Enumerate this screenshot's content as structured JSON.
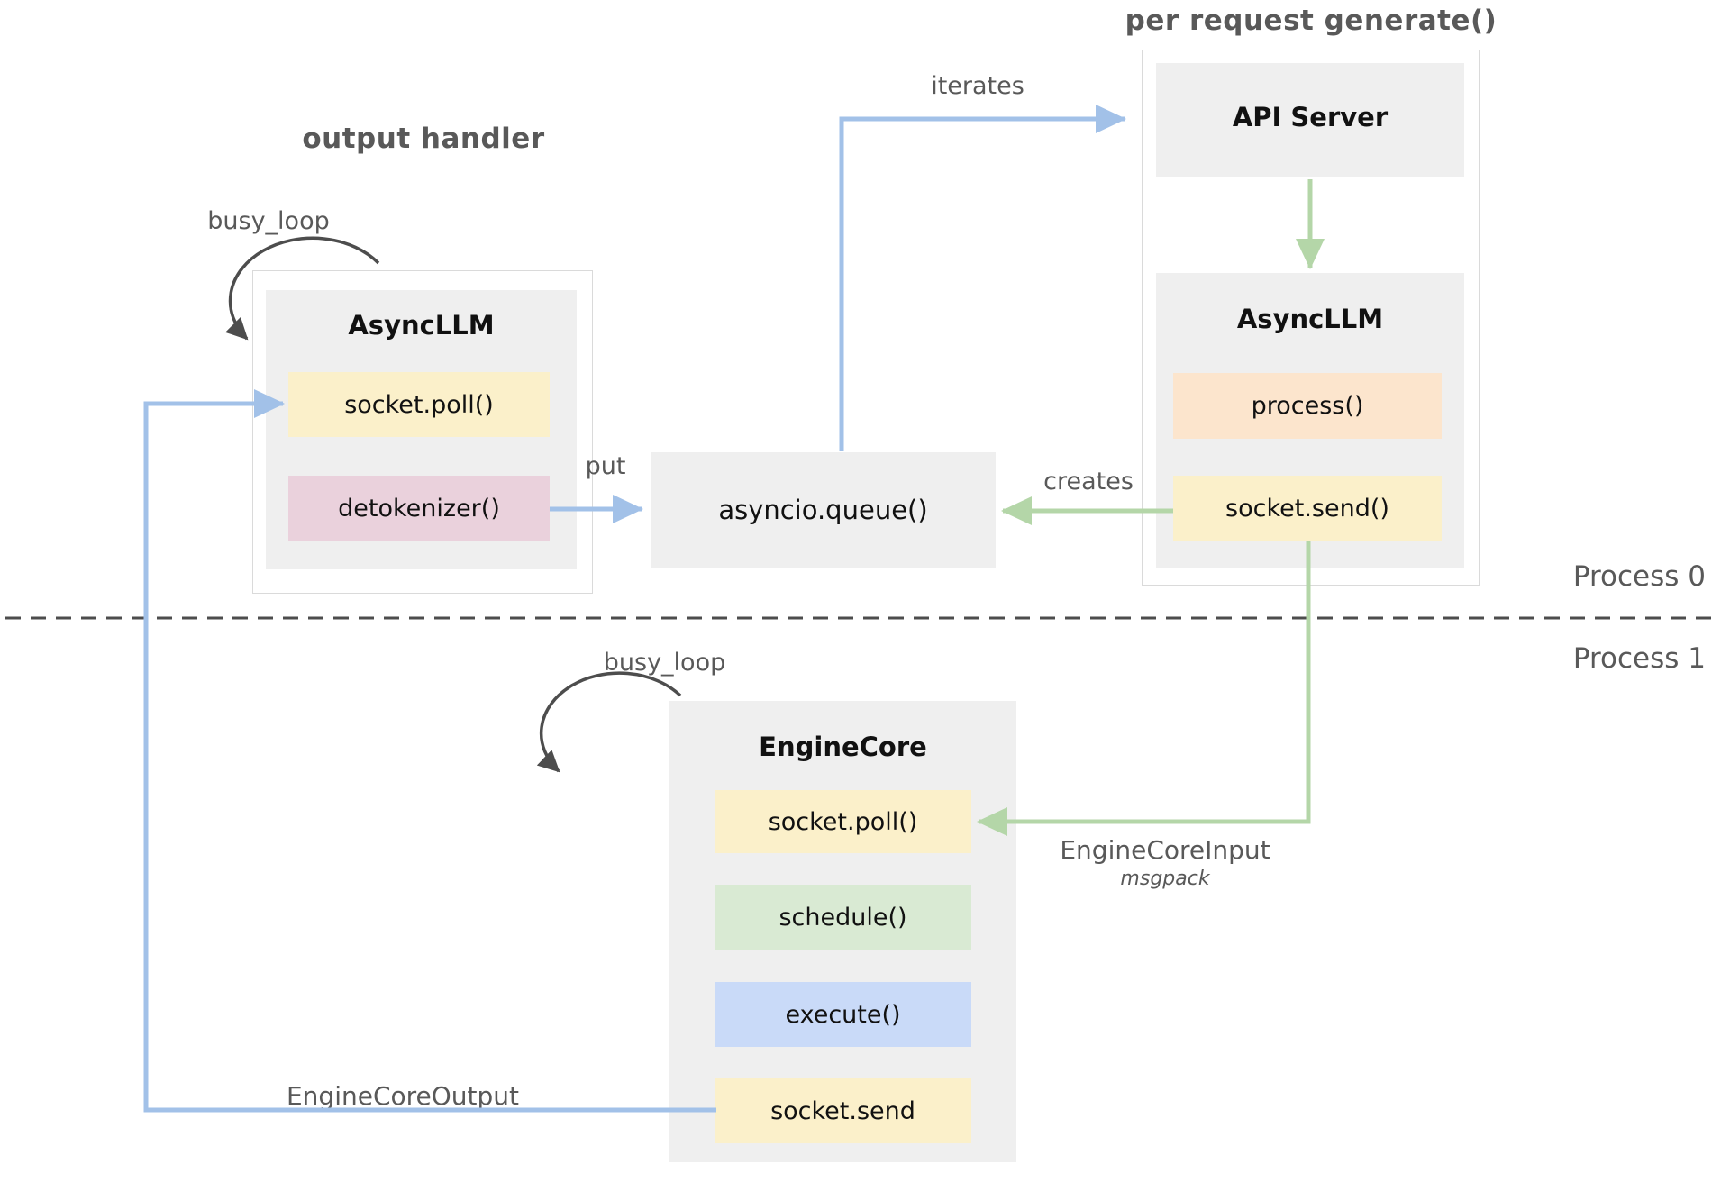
{
  "palette": {
    "box_gray": "#efefef",
    "container_border": "#dadada",
    "method_yellow": "#fbf0ca",
    "method_pink": "#ead1dc",
    "method_peach": "#fce5cd",
    "method_green": "#d9ead3",
    "method_blue": "#c9daf8",
    "arrow_blue": "#a2c1e8",
    "arrow_green": "#b4d6a8",
    "arrow_dark": "#4d4d4d",
    "label_gray": "#595959",
    "text_black": "#111111"
  },
  "labels": {
    "output_handler_title": "output handler",
    "per_request_title": "per request generate()",
    "busy_loop_left": "busy_loop",
    "busy_loop_engine": "busy_loop",
    "iterates": "iterates",
    "put": "put",
    "creates": "creates",
    "engine_core_input": "EngineCoreInput",
    "engine_core_input_sub": "msgpack",
    "engine_core_output": "EngineCoreOutput",
    "process_0": "Process 0",
    "process_1": "Process 1"
  },
  "boxes": {
    "async_llm_left": {
      "title": "AsyncLLM",
      "methods": [
        {
          "label": "socket.poll()",
          "fill": "#fbf0ca"
        },
        {
          "label": "detokenizer()",
          "fill": "#ead1dc"
        }
      ]
    },
    "api_server": {
      "title": "API Server"
    },
    "async_llm_right": {
      "title": "AsyncLLM",
      "methods": [
        {
          "label": "process()",
          "fill": "#fce5cd"
        },
        {
          "label": "socket.send()",
          "fill": "#fbf0ca"
        }
      ]
    },
    "queue": {
      "label": "asyncio.queue()"
    },
    "engine_core": {
      "title": "EngineCore",
      "methods": [
        {
          "label": "socket.poll()",
          "fill": "#fbf0ca"
        },
        {
          "label": "schedule()",
          "fill": "#d9ead3"
        },
        {
          "label": "execute()",
          "fill": "#c9daf8"
        },
        {
          "label": "socket.send",
          "fill": "#fbf0ca"
        }
      ]
    }
  }
}
